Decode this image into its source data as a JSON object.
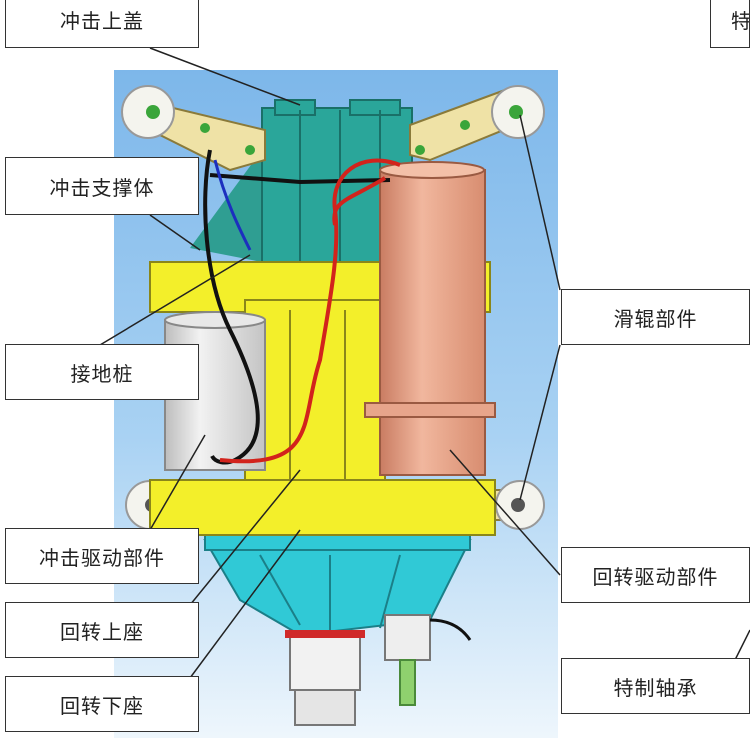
{
  "labels": {
    "impact_cover": "冲击上盖",
    "impact_support": "冲击支撑体",
    "ground_pile": "接地桩",
    "impact_drive": "冲击驱动部件",
    "rotary_upper_seat": "回转上座",
    "rotary_lower_seat": "回转下座",
    "roller_parts": "滑辊部件",
    "rotary_drive": "回转驱动部件",
    "special_bearing": "特制轴承",
    "top_right_partial": "特"
  },
  "colors": {
    "background_panel": "#8fc3ee",
    "yellow_body": "#f3ef2a",
    "teal_cover": "#2aa69a",
    "cyan_base": "#30c9d6",
    "copper_cylinder": "#e7a58b",
    "cream_arm": "#efe2a6",
    "gray_motor": "#d9d9d9",
    "cable_red": "#d2231c",
    "cable_black": "#111111"
  }
}
